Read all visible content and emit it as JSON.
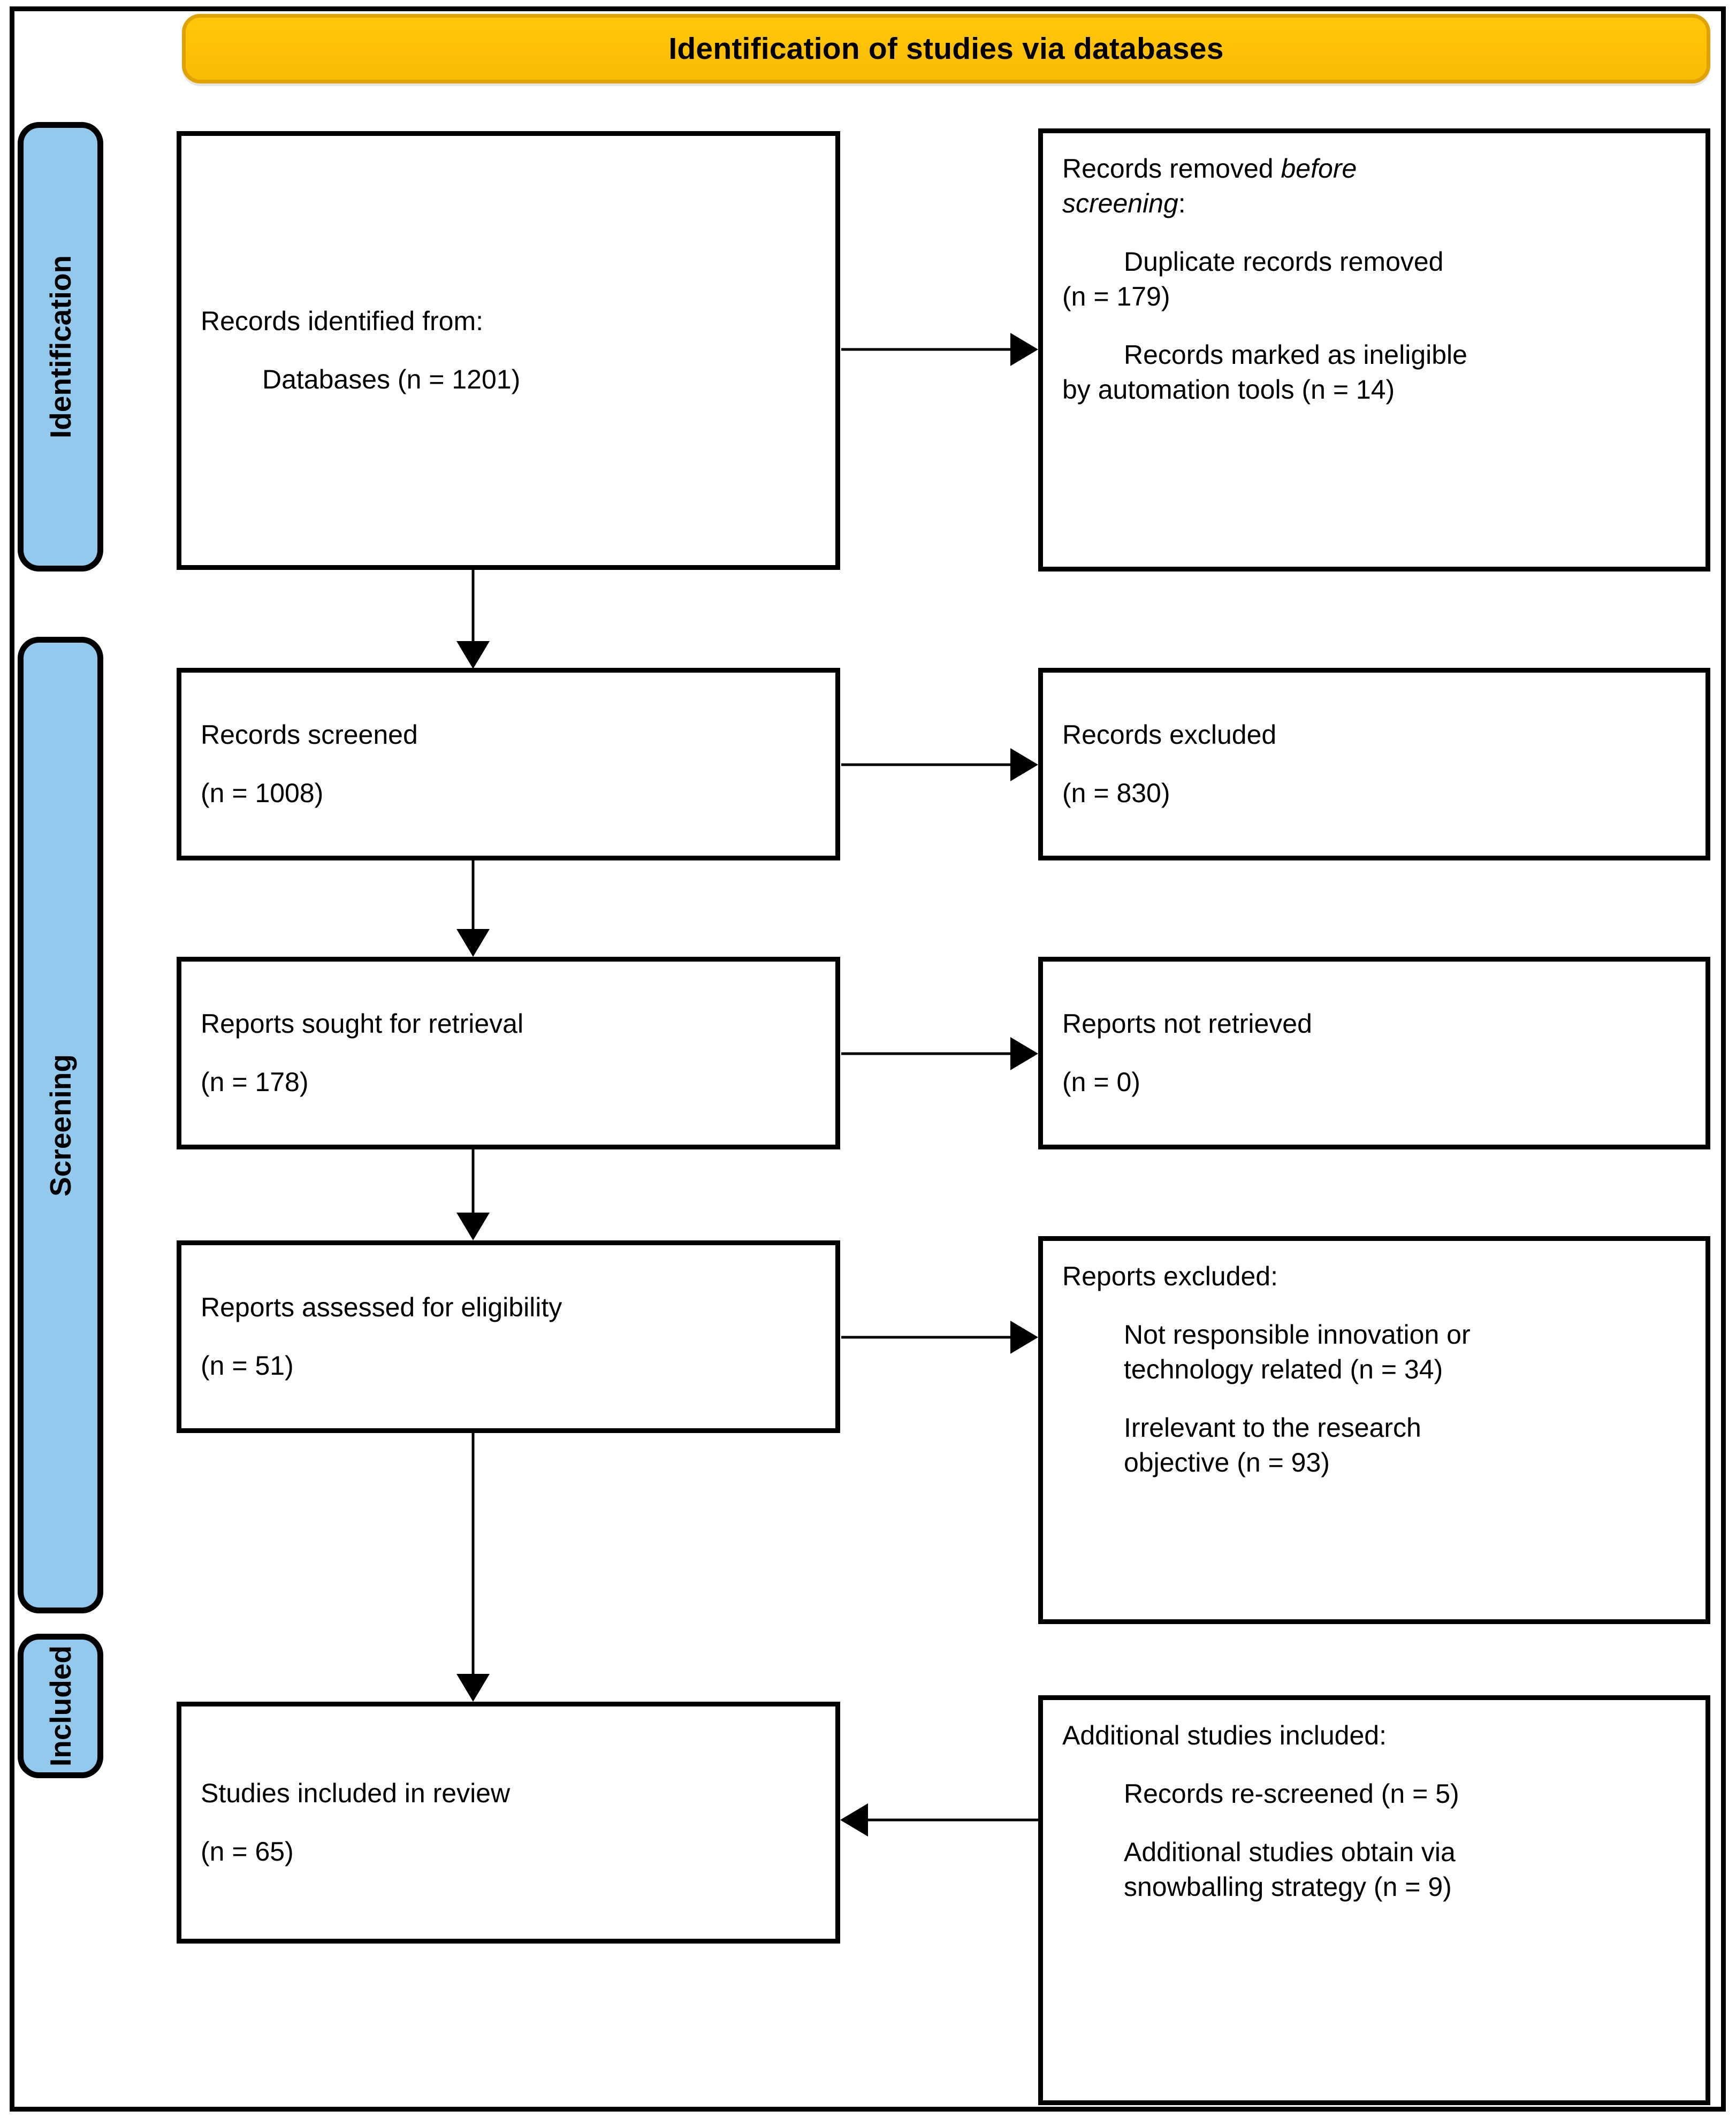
{
  "diagram": {
    "title": "Identification of studies via databases",
    "stage_header_label": "Identification of studies via databases",
    "colors": {
      "header_fill": "#ffc207",
      "header_border": "#e0a200",
      "rail_fill": "#93c9ec",
      "box_border": "#000000",
      "background": "#ffffff"
    },
    "rails": [
      {
        "label": "Identification"
      },
      {
        "label": "Screening"
      },
      {
        "label": "Included"
      }
    ],
    "boxes": {
      "records_identified": {
        "line1": "Records identified from:",
        "line2": "Databases (n = 1201)"
      },
      "records_removed": {
        "line1_a": "Records removed ",
        "line1_em": "before",
        "line2_em": "screening",
        "line2_b": ":",
        "item1_l1": "Duplicate records removed",
        "item1_l2": "(n = 179)",
        "item2_l1": "Records marked as ineligible",
        "item2_l2": "by automation tools (n = 14)"
      },
      "records_screened": {
        "line1": "Records screened",
        "line2": "(n = 1008)"
      },
      "records_excluded": {
        "line1": "Records excluded",
        "line2": "(n = 830)"
      },
      "reports_sought": {
        "line1": "Reports sought for retrieval",
        "line2": "(n = 178)"
      },
      "reports_not_retrieved": {
        "line1": "Reports not retrieved",
        "line2": "(n = 0)"
      },
      "reports_assessed": {
        "line1": "Reports assessed for eligibility",
        "line2": "(n = 51)"
      },
      "reports_excluded": {
        "line1": "Reports excluded:",
        "item1_l1": "Not responsible innovation or",
        "item1_l2": "technology related (n = 34)",
        "item2_l1": "Irrelevant to the research",
        "item2_l2": "objective (n = 93)"
      },
      "studies_included": {
        "line1": "Studies included in review",
        "line2": "(n = 65)"
      },
      "additional_studies": {
        "line1": "Additional studies included:",
        "item1": "Records re-screened (n = 5)",
        "item2_l1": "Additional studies obtain via",
        "item2_l2": "snowballing strategy (n = 9)"
      }
    },
    "flow_counts": {
      "identified_databases": 1201,
      "duplicates_removed": 179,
      "ineligible_automation": 14,
      "records_screened": 1008,
      "records_excluded": 830,
      "reports_sought": 178,
      "reports_not_retrieved": 0,
      "reports_assessed": 51,
      "excluded_not_responsible_innovation": 34,
      "excluded_irrelevant_objective": 93,
      "studies_included": 65,
      "additional_re_screened": 5,
      "additional_snowballing": 9
    }
  }
}
